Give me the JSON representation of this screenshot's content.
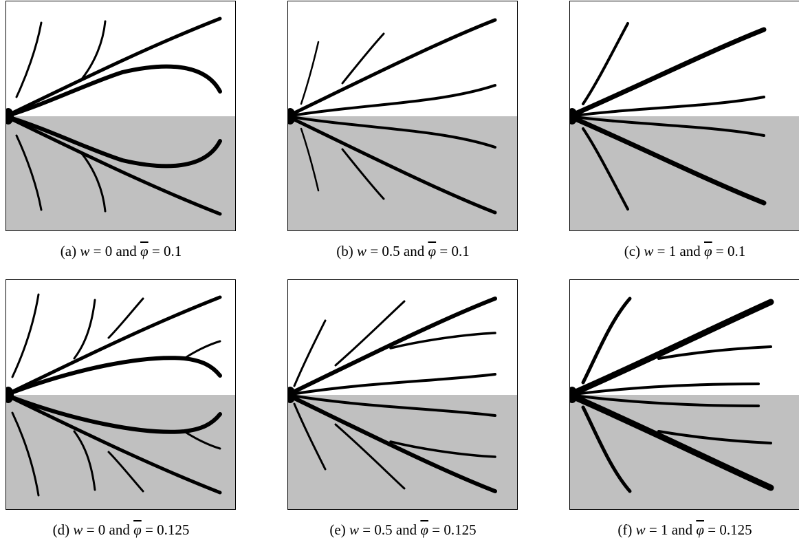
{
  "colors": {
    "lower_half": "#c0c0c0",
    "upper_half": "#ffffff",
    "structure": "#000000",
    "frame": "#000000"
  },
  "panels": [
    {
      "id": "a",
      "label": "(a)",
      "w": "0",
      "and": "and",
      "phi": "0.1"
    },
    {
      "id": "b",
      "label": "(b)",
      "w": "0.5",
      "and": "and",
      "phi": "0.1"
    },
    {
      "id": "c",
      "label": "(c)",
      "w": "1",
      "and": "and",
      "phi": "0.1"
    },
    {
      "id": "d",
      "label": "(d)",
      "w": "0",
      "and": "and",
      "phi": "0.125"
    },
    {
      "id": "e",
      "label": "(e)",
      "w": "0.5",
      "and": "and",
      "phi": "0.125"
    },
    {
      "id": "f",
      "label": "(f)",
      "w": "1",
      "and": "and",
      "phi": "0.125"
    }
  ],
  "symbols": {
    "w": "w",
    "phi": "φ",
    "eq": " = "
  }
}
